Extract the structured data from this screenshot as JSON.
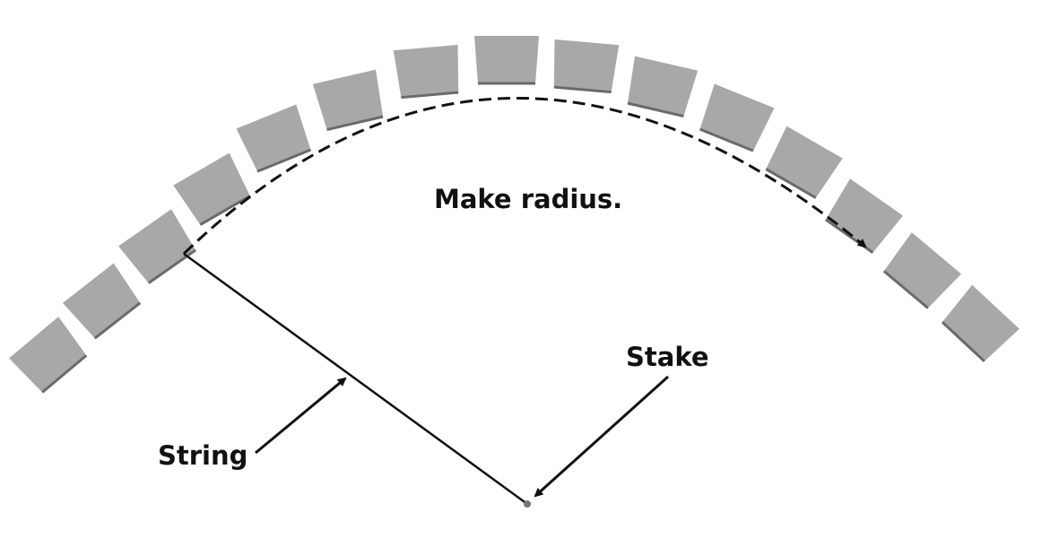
{
  "labels": {
    "title": "Make radius.",
    "stake": "Stake",
    "string": "String"
  },
  "colors": {
    "block": "#a8a8a8",
    "block_edge": "#6a6a6a",
    "line": "#111111"
  },
  "block_count": 15
}
